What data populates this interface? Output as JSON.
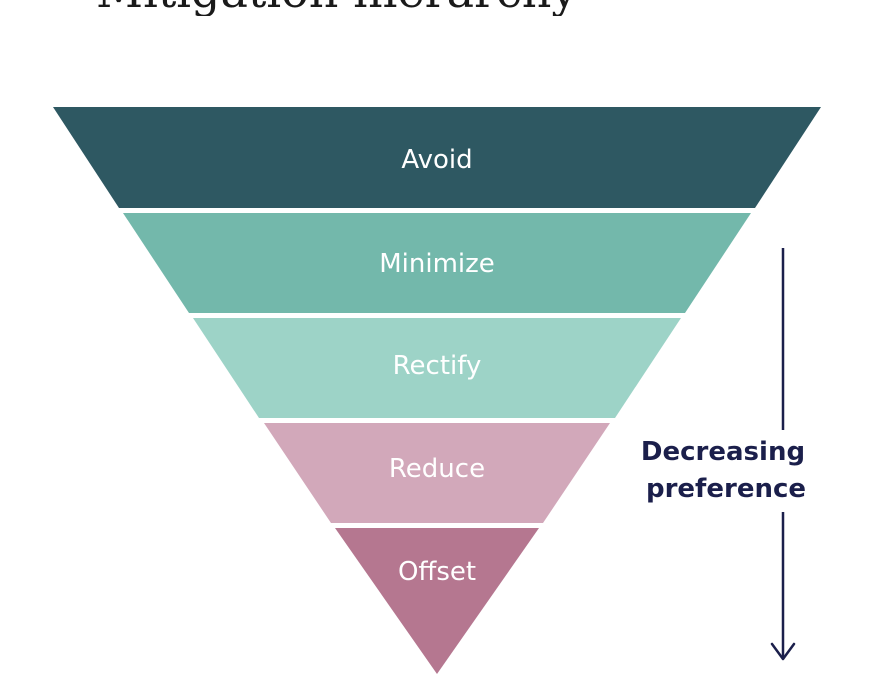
{
  "title": "Mitigation hierarchy",
  "hierarchy": {
    "layers": [
      {
        "label": "Avoid",
        "color": "#2e5862"
      },
      {
        "label": "Minimize",
        "color": "#73b8ab"
      },
      {
        "label": "Rectify",
        "color": "#9dd3c7"
      },
      {
        "label": "Reduce",
        "color": "#d2a8ba"
      },
      {
        "label": "Offset",
        "color": "#b57790"
      }
    ]
  },
  "arrow": {
    "label_line1": "Decreasing",
    "label_line2": "preference",
    "color": "#1b1f4b"
  }
}
